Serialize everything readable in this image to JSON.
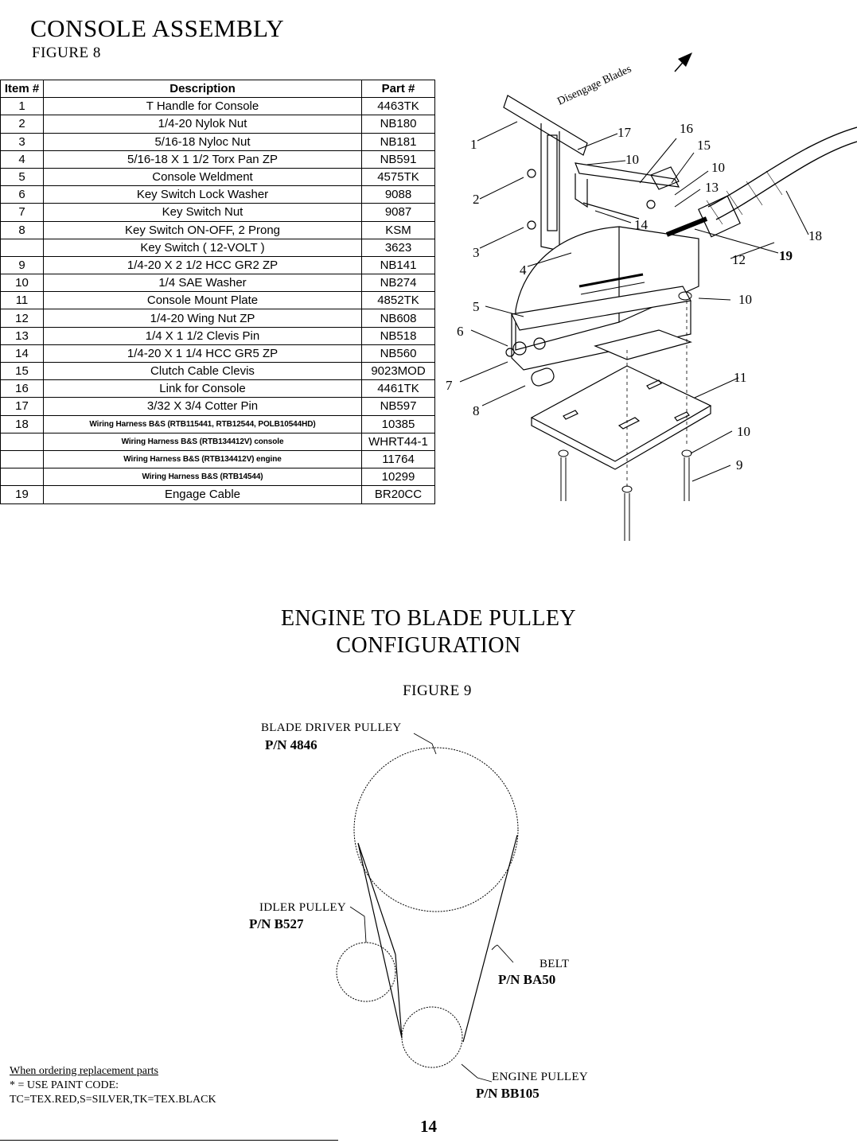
{
  "header": {
    "title": "CONSOLE ASSEMBLY",
    "figure_label": "FIGURE 8"
  },
  "parts_table": {
    "columns": [
      "Item #",
      "Description",
      "Part #"
    ],
    "rows": [
      {
        "item": "1",
        "description": "T Handle for Console",
        "part": "4463TK"
      },
      {
        "item": "2",
        "description": "1/4-20 Nylok Nut",
        "part": "NB180"
      },
      {
        "item": "3",
        "description": "5/16-18 Nyloc Nut",
        "part": "NB181"
      },
      {
        "item": "4",
        "description": "5/16-18 X 1 1/2 Torx Pan ZP",
        "part": "NB591"
      },
      {
        "item": "5",
        "description": "Console Weldment",
        "part": "4575TK"
      },
      {
        "item": "6",
        "description": "Key Switch Lock Washer",
        "part": "9088"
      },
      {
        "item": "7",
        "description": "Key Switch Nut",
        "part": "9087"
      },
      {
        "item": "8",
        "description": "Key Switch ON-OFF, 2 Prong",
        "part": "KSM"
      },
      {
        "item": "",
        "description": "Key Switch ( 12-VOLT )",
        "part": "3623"
      },
      {
        "item": "9",
        "description": "1/4-20 X 2 1/2 HCC GR2 ZP",
        "part": "NB141"
      },
      {
        "item": "10",
        "description": "1/4 SAE Washer",
        "part": "NB274"
      },
      {
        "item": "11",
        "description": "Console Mount Plate",
        "part": "4852TK"
      },
      {
        "item": "12",
        "description": "1/4-20 Wing Nut ZP",
        "part": "NB608"
      },
      {
        "item": "13",
        "description": "1/4 X 1 1/2 Clevis Pin",
        "part": "NB518"
      },
      {
        "item": "14",
        "description": "1/4-20 X 1 1/4 HCC GR5 ZP",
        "part": "NB560"
      },
      {
        "item": "15",
        "description": "Clutch Cable Clevis",
        "part": "9023MOD"
      },
      {
        "item": "16",
        "description": "Link for Console",
        "part": "4461TK"
      },
      {
        "item": "17",
        "description": "3/32 X 3/4 Cotter Pin",
        "part": "NB597"
      },
      {
        "item": "18",
        "description": "Wiring Harness B&S (RTB115441, RTB12544, POLB10544HD)",
        "part": "10385",
        "small": true
      },
      {
        "item": "",
        "description": "Wiring Harness B&S (RTB134412V) console",
        "part": "WHRT44-1",
        "small": true
      },
      {
        "item": "",
        "description": "Wiring Harness B&S (RTB134412V) engine",
        "part": "11764",
        "small": true
      },
      {
        "item": "",
        "description": "Wiring Harness B&S (RTB14544)",
        "part": "10299",
        "small": true
      },
      {
        "item": "19",
        "description": "Engage Cable",
        "part": "BR20CC"
      }
    ]
  },
  "console_diagram": {
    "arrow_text": "Disengage Blades",
    "callouts": [
      "1",
      "2",
      "3",
      "4",
      "5",
      "6",
      "7",
      "8",
      "17",
      "10",
      "16",
      "15",
      "10",
      "13",
      "14",
      "18",
      "12",
      "19",
      "10",
      "11",
      "10",
      "9"
    ]
  },
  "section2": {
    "title_line1": "ENGINE TO BLADE PULLEY",
    "title_line2": "CONFIGURATION",
    "figure_label": "FIGURE 9",
    "blade_driver": {
      "label": "BLADE DRIVER PULLEY",
      "pn": "P/N 4846"
    },
    "idler": {
      "label": "IDLER PULLEY",
      "pn": "P/N B527"
    },
    "belt": {
      "label": "BELT",
      "pn": "P/N BA50"
    },
    "engine": {
      "label": "ENGINE PULLEY",
      "pn": "P/N BB105"
    }
  },
  "note": {
    "line1": "When ordering replacement parts",
    "line2": "* = USE PAINT CODE:",
    "line3": "TC=TEX.RED,S=SILVER,TK=TEX.BLACK"
  },
  "page_number": "14"
}
